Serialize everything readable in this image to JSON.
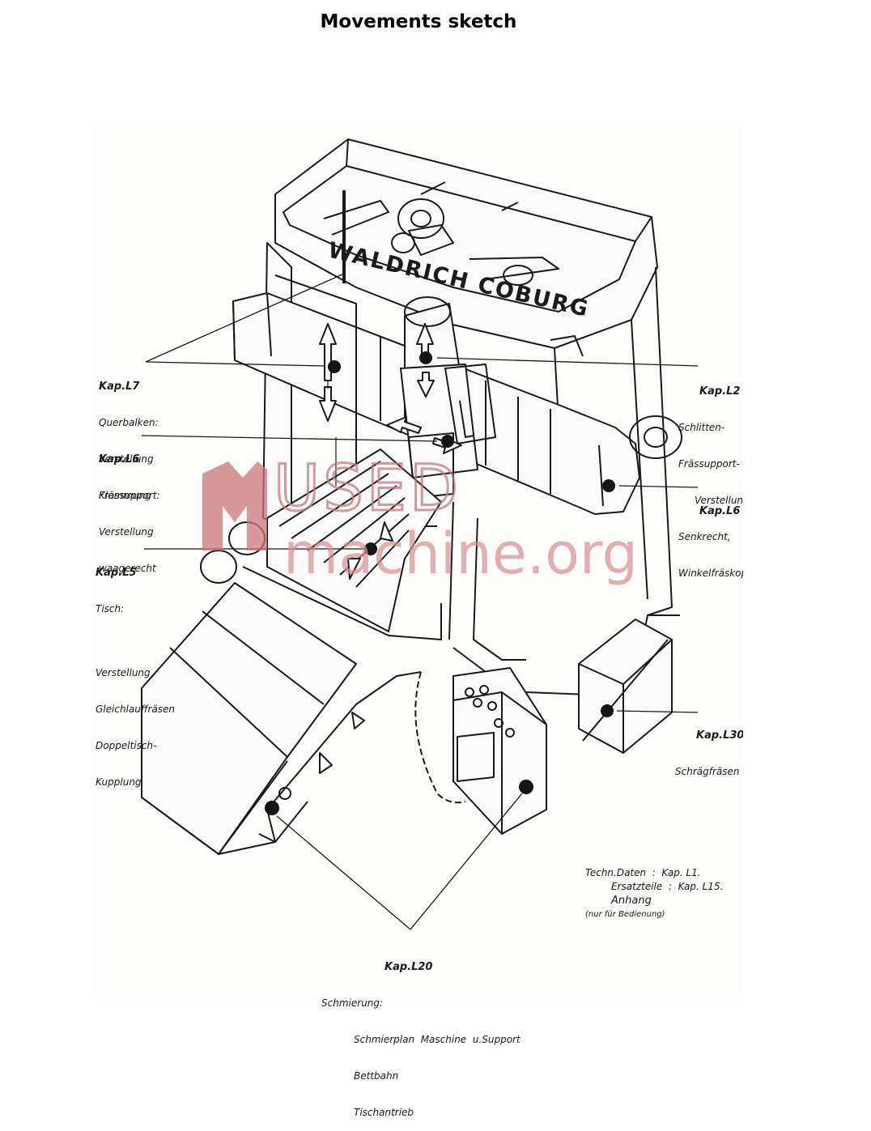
{
  "page": {
    "title": "Movements sketch"
  },
  "machine": {
    "brand": "WALDRICH COBURG"
  },
  "labels": {
    "l7": {
      "ref": "Kap.L7",
      "lines": [
        "Querbalken:",
        "Verstellung",
        "Klemmung"
      ]
    },
    "l6a": {
      "ref": "Kap.L6",
      "lines": [
        "Frässupport:",
        "Verstellung",
        "waagerecht"
      ]
    },
    "l5": {
      "ref": "Kap.L5",
      "lines": [
        "Tisch:",
        "",
        "Verstellung",
        "Gleichlauffräsen",
        "Doppeltisch-",
        "Kupplung"
      ]
    },
    "l2": {
      "ref": "Kap.L2",
      "lines": [
        "Schlitten-",
        "Frässupport-",
        "Verstellung",
        "Senkrecht,",
        "Winkelfräskopf"
      ]
    },
    "l6b": {
      "ref": "Kap.L6"
    },
    "l30": {
      "ref": "Kap.L30",
      "lines": [
        "Schrägfräsen"
      ]
    },
    "l20": {
      "ref": "Kap.L20",
      "lines": [
        "Schmierung:"
      ],
      "items": [
        "Schmierplan  Maschine  u.Support",
        "Bettbahn",
        "Tischantrieb"
      ]
    }
  },
  "notes": {
    "techn_key": "Techn.Daten",
    "techn_val": "Kap.  L1.",
    "ersatz_key": "Ersatzteile",
    "ersatz_val": "Kap.  L15.",
    "anhang": "Anhang",
    "anhang_sub": "(nur für Bedienung)"
  },
  "watermark": {
    "line1": "USED",
    "line2": "machine.org"
  },
  "colors": {
    "ink": "#1a1a1a",
    "watermark": "#c9747b",
    "background": "#ffffff"
  }
}
